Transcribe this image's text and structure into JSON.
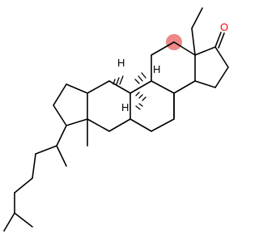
{
  "molecule": {
    "highlight_color": "#ee8888",
    "bond_color": "#000000",
    "atoms": [
      {
        "element": "O",
        "color": "#ff0000"
      },
      {
        "element": "H",
        "color": "#000000"
      },
      {
        "element": "H",
        "color": "#000000"
      },
      {
        "element": "H",
        "color": "#000000"
      }
    ]
  }
}
